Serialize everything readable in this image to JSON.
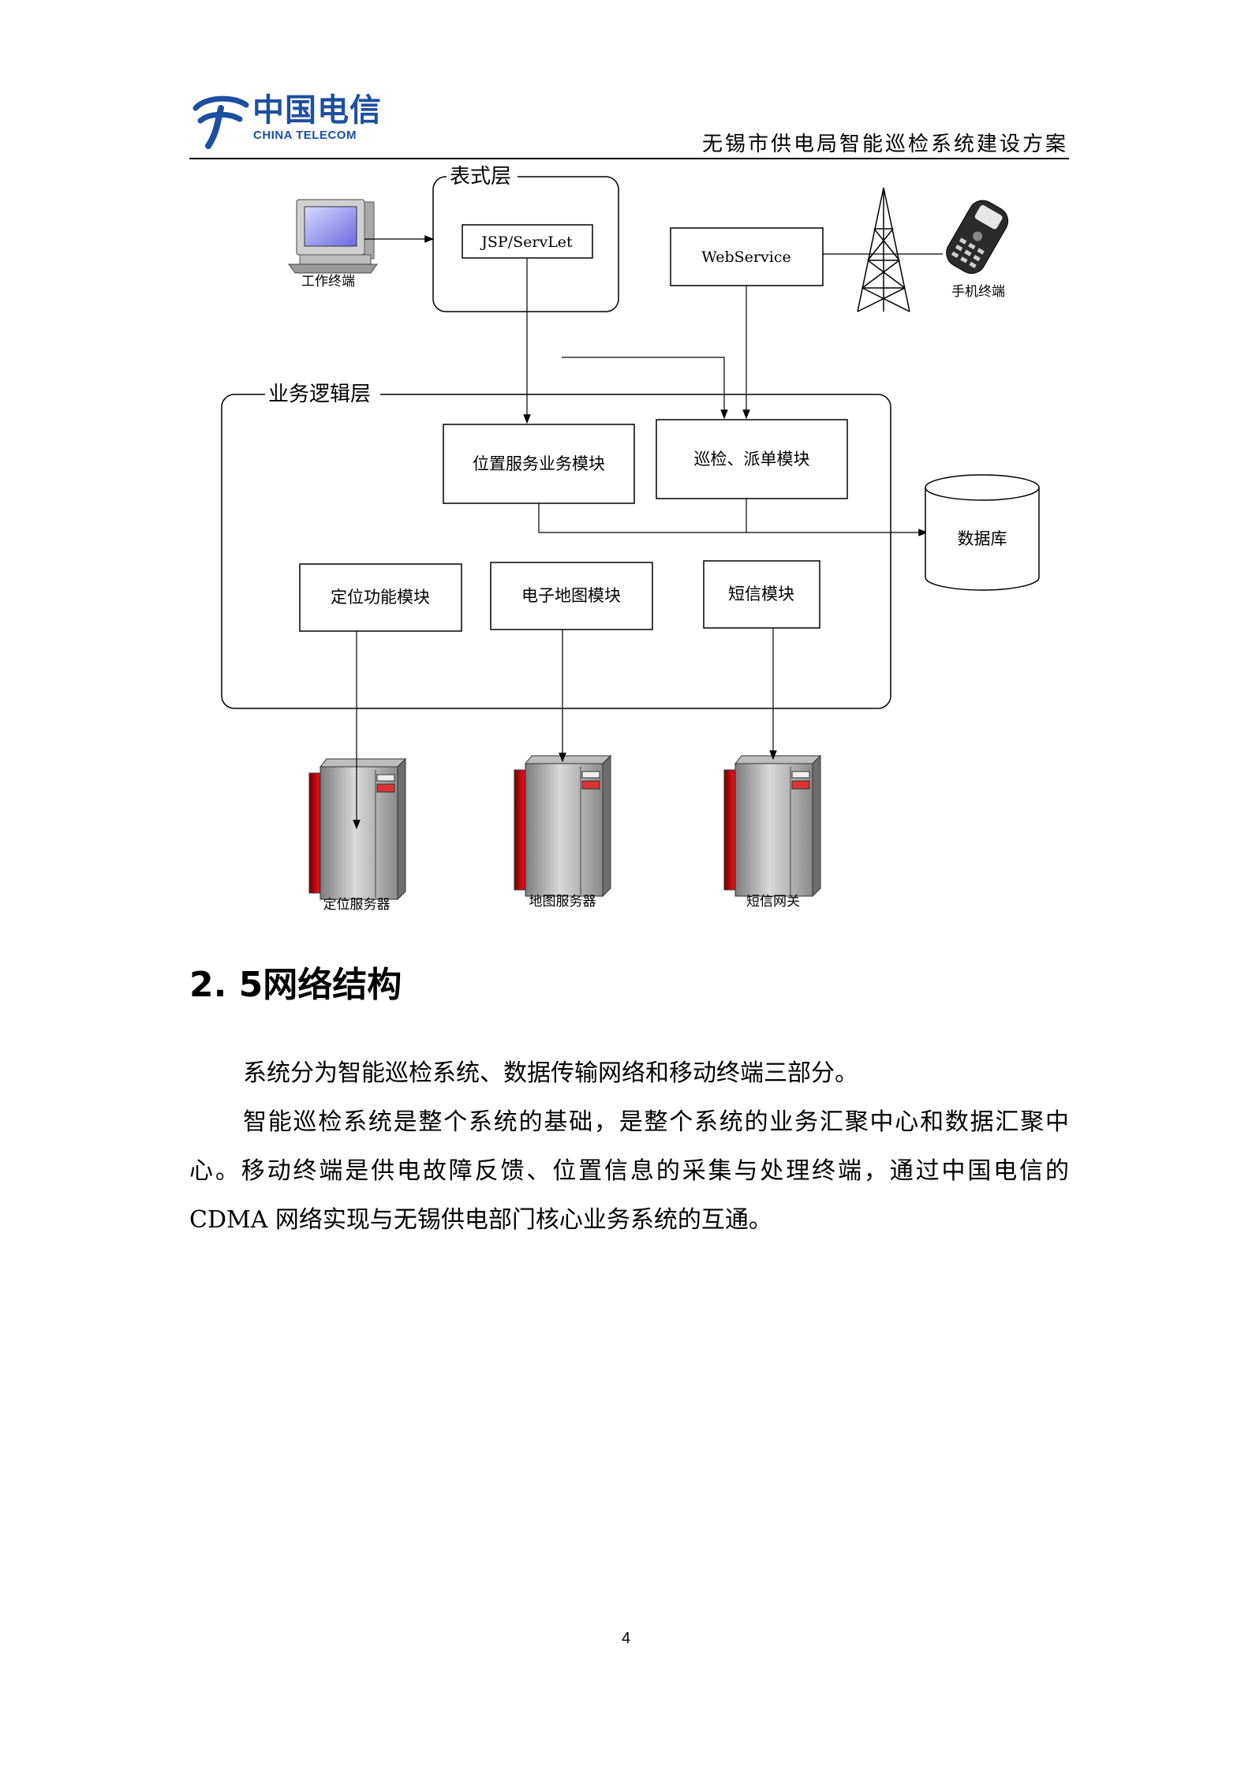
{
  "header": {
    "logo_cn": "中国电信",
    "logo_en": "CHINA TELECOM",
    "title": "无锡市供电局智能巡检系统建设方案"
  },
  "diagram": {
    "presentation_layer": "表式层",
    "business_layer": "业务逻辑层",
    "jsp_servlet": "JSP/ServLet",
    "webservice": "WebService",
    "work_terminal": "工作终端",
    "mobile_terminal": "手机终端",
    "location_service_module": "位置服务业务模块",
    "patrol_dispatch_module": "巡检、派单模块",
    "database": "数据库",
    "positioning_module": "定位功能模块",
    "emap_module": "电子地图模块",
    "sms_module": "短信模块",
    "positioning_server": "定位服务器",
    "map_server": "地图服务器",
    "sms_gateway": "短信网关"
  },
  "section": {
    "heading": "2. 5网络结构",
    "paragraph1": "系统分为智能巡检系统、数据传输网络和移动终端三部分。",
    "paragraph2": "智能巡检系统是整个系统的基础，是整个系统的业务汇聚中心和数据汇聚中心。移动终端是供电故障反馈、位置信息的采集与处理终端，通过中国电信的CDMA 网络实现与无锡供电部门核心业务系统的互通。"
  },
  "page_number": "4",
  "colors": {
    "brand": "#1d4fa0",
    "server_red": "#c8141a"
  }
}
